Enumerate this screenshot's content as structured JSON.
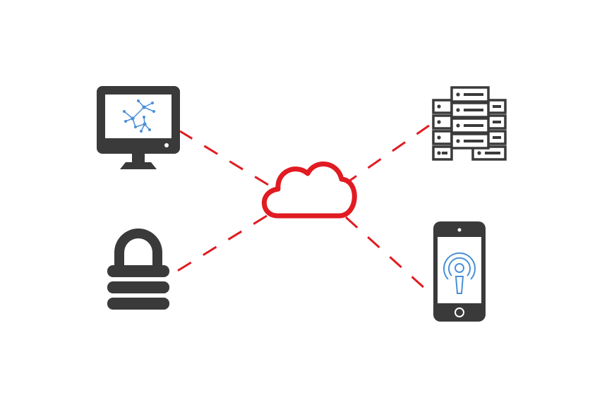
{
  "colors": {
    "background": "#ffffff",
    "icon_dark": "#3a3a3a",
    "connector_red": "#e11b22",
    "accent_blue": "#4a90d9"
  },
  "nodes": [
    {
      "id": "monitor",
      "icon": "monitor-network-icon"
    },
    {
      "id": "server",
      "icon": "server-rack-icon"
    },
    {
      "id": "cloud",
      "icon": "cloud-icon"
    },
    {
      "id": "lock",
      "icon": "padlock-icon"
    },
    {
      "id": "phone",
      "icon": "smartphone-podcast-icon"
    }
  ],
  "connections": [
    {
      "from": "cloud",
      "to": "monitor",
      "style": "dashed"
    },
    {
      "from": "cloud",
      "to": "server",
      "style": "dashed"
    },
    {
      "from": "cloud",
      "to": "lock",
      "style": "dashed"
    },
    {
      "from": "cloud",
      "to": "phone",
      "style": "dashed"
    }
  ]
}
